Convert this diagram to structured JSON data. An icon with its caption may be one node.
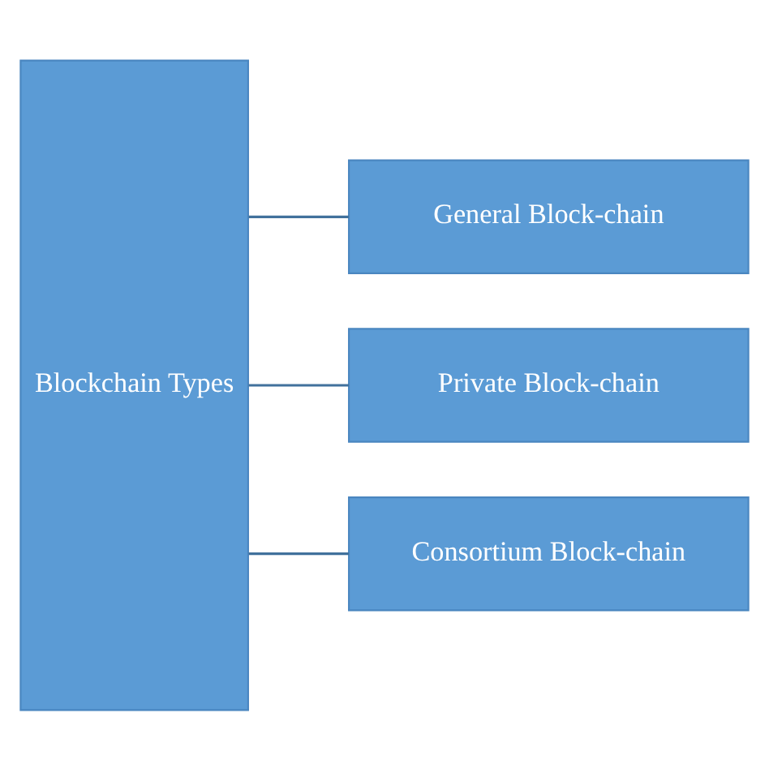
{
  "diagram": {
    "nodes": [
      {
        "text": [
          "Blockchain Types"
        ]
      },
      {
        "text": [
          "General Block-chain"
        ]
      },
      {
        "text": [
          "Private Block-chain"
        ]
      },
      {
        "text": [
          "Consortium Block-chain"
        ]
      }
    ],
    "edges": [
      {
        "from": 0,
        "to": 1,
        "arrow": "none"
      },
      {
        "from": 0,
        "to": 2,
        "arrow": "none"
      },
      {
        "from": 0,
        "to": 3,
        "arrow": "none"
      }
    ]
  }
}
